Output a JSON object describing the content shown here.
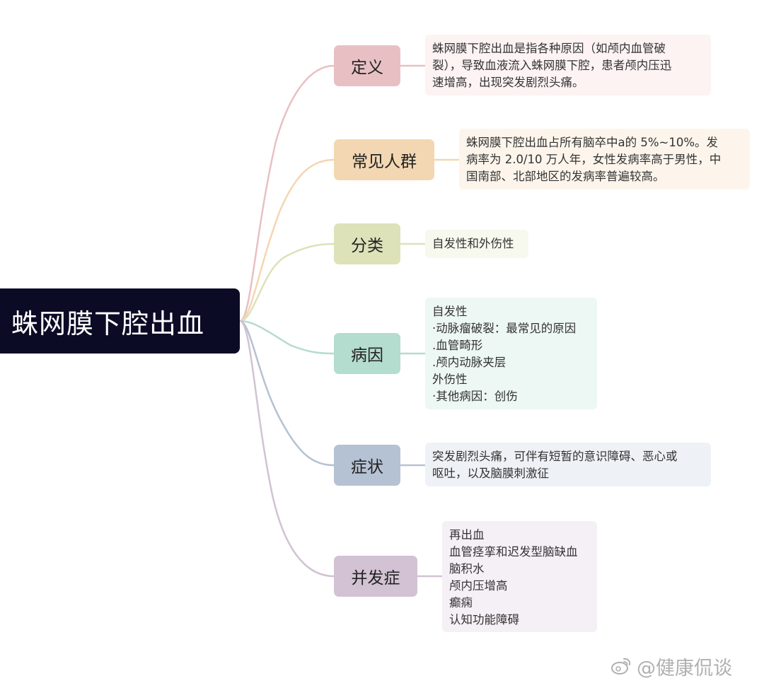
{
  "root": {
    "label": "蛛网膜下腔出血",
    "color": "#0b0b26"
  },
  "branches": [
    {
      "label": "定义",
      "color": "#e8c0c4",
      "note_bg": "#fdf3f3",
      "note": "蛛网膜下腔出血是指各种原因（如颅内血管破\n裂），导致血液流入蛛网膜下腔，患者颅内压迅\n速增高，出现突发剧烈头痛。"
    },
    {
      "label": "常见人群",
      "color": "#f3d7b2",
      "note_bg": "#fdf5ec",
      "note": "蛛网膜下腔出血占所有脑卒中a的 5%~10%。发\n病率为 2.0/10 万人年，女性发病率高于男性，中\n国南部、北部地区的发病率普遍较高。"
    },
    {
      "label": "分类",
      "color": "#dde2b9",
      "note_bg": "#f7f8ee",
      "note": "自发性和外伤性"
    },
    {
      "label": "病因",
      "color": "#b4dccf",
      "note_bg": "#edf7f3",
      "note": "自发性\n·动脉瘤破裂：最常见的原因\n.血管畸形\n.颅内动脉夹层\n外伤性\n·其他病因：创伤"
    },
    {
      "label": "症状",
      "color": "#b5c2d3",
      "note_bg": "#eef1f6",
      "note": "突发剧烈头痛，可伴有短暂的意识障碍、恶心或\n呕吐，以及脑膜刺激征"
    },
    {
      "label": "并发症",
      "color": "#d2c2d3",
      "note_bg": "#f5f0f5",
      "note": "再出血\n血管痉挛和迟发型脑缺血\n脑积水\n颅内压增高\n癫痫\n认知功能障碍"
    }
  ],
  "watermark": {
    "text": "@健康侃谈",
    "icon": "weibo-icon"
  }
}
